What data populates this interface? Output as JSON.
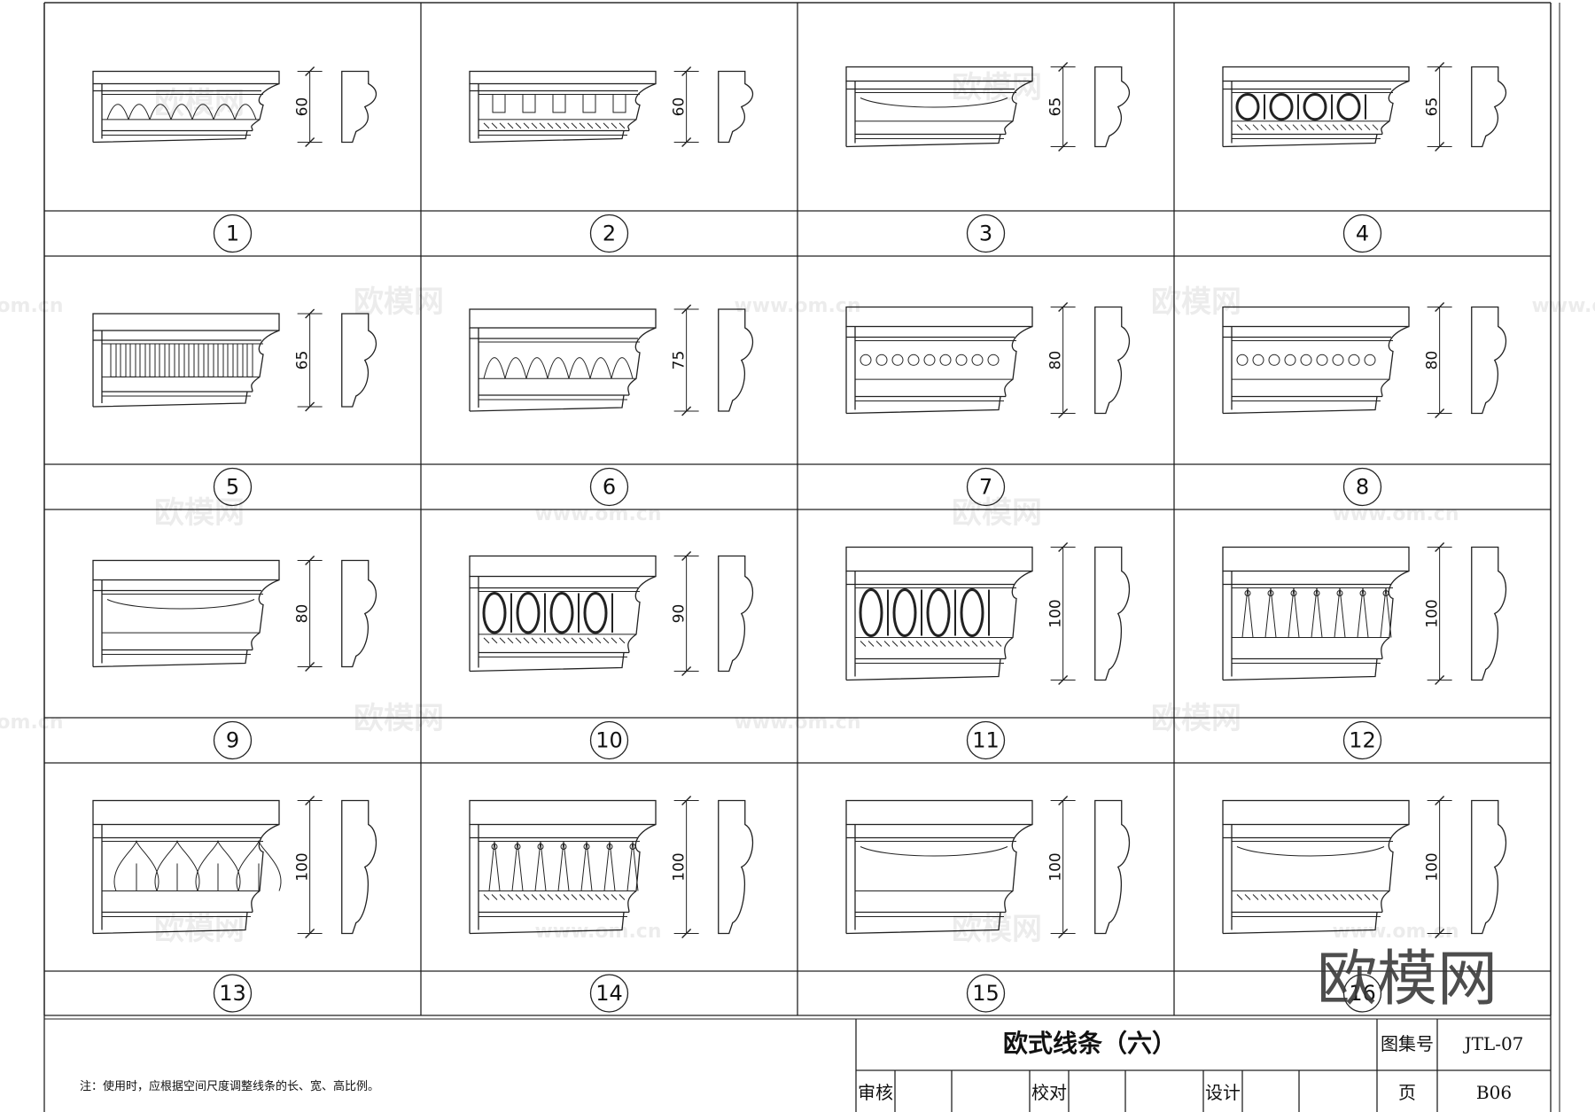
{
  "panels": [
    {
      "num": "1",
      "dim": "60"
    },
    {
      "num": "2",
      "dim": "60"
    },
    {
      "num": "3",
      "dim": "65"
    },
    {
      "num": "4",
      "dim": "65"
    },
    {
      "num": "5",
      "dim": "65"
    },
    {
      "num": "6",
      "dim": "75"
    },
    {
      "num": "7",
      "dim": "80"
    },
    {
      "num": "8",
      "dim": "80"
    },
    {
      "num": "9",
      "dim": "80"
    },
    {
      "num": "10",
      "dim": "90"
    },
    {
      "num": "11",
      "dim": "100"
    },
    {
      "num": "12",
      "dim": "100"
    },
    {
      "num": "13",
      "dim": "100"
    },
    {
      "num": "14",
      "dim": "100"
    },
    {
      "num": "15",
      "dim": "100"
    },
    {
      "num": "16",
      "dim": "100"
    }
  ],
  "title_block": {
    "title": "欧式线条（六）",
    "atlas_label": "图集号",
    "atlas_value": "JTL-07",
    "review_label": "审核",
    "check_label": "校对",
    "design_label": "设计",
    "page_label": "页",
    "page_value": "B06"
  },
  "note": "注：使用时，应根据空间尺度调整线条的长、宽、高比例。",
  "watermark": {
    "logo_text": "欧模网",
    "url_text": "www.om.cn"
  }
}
